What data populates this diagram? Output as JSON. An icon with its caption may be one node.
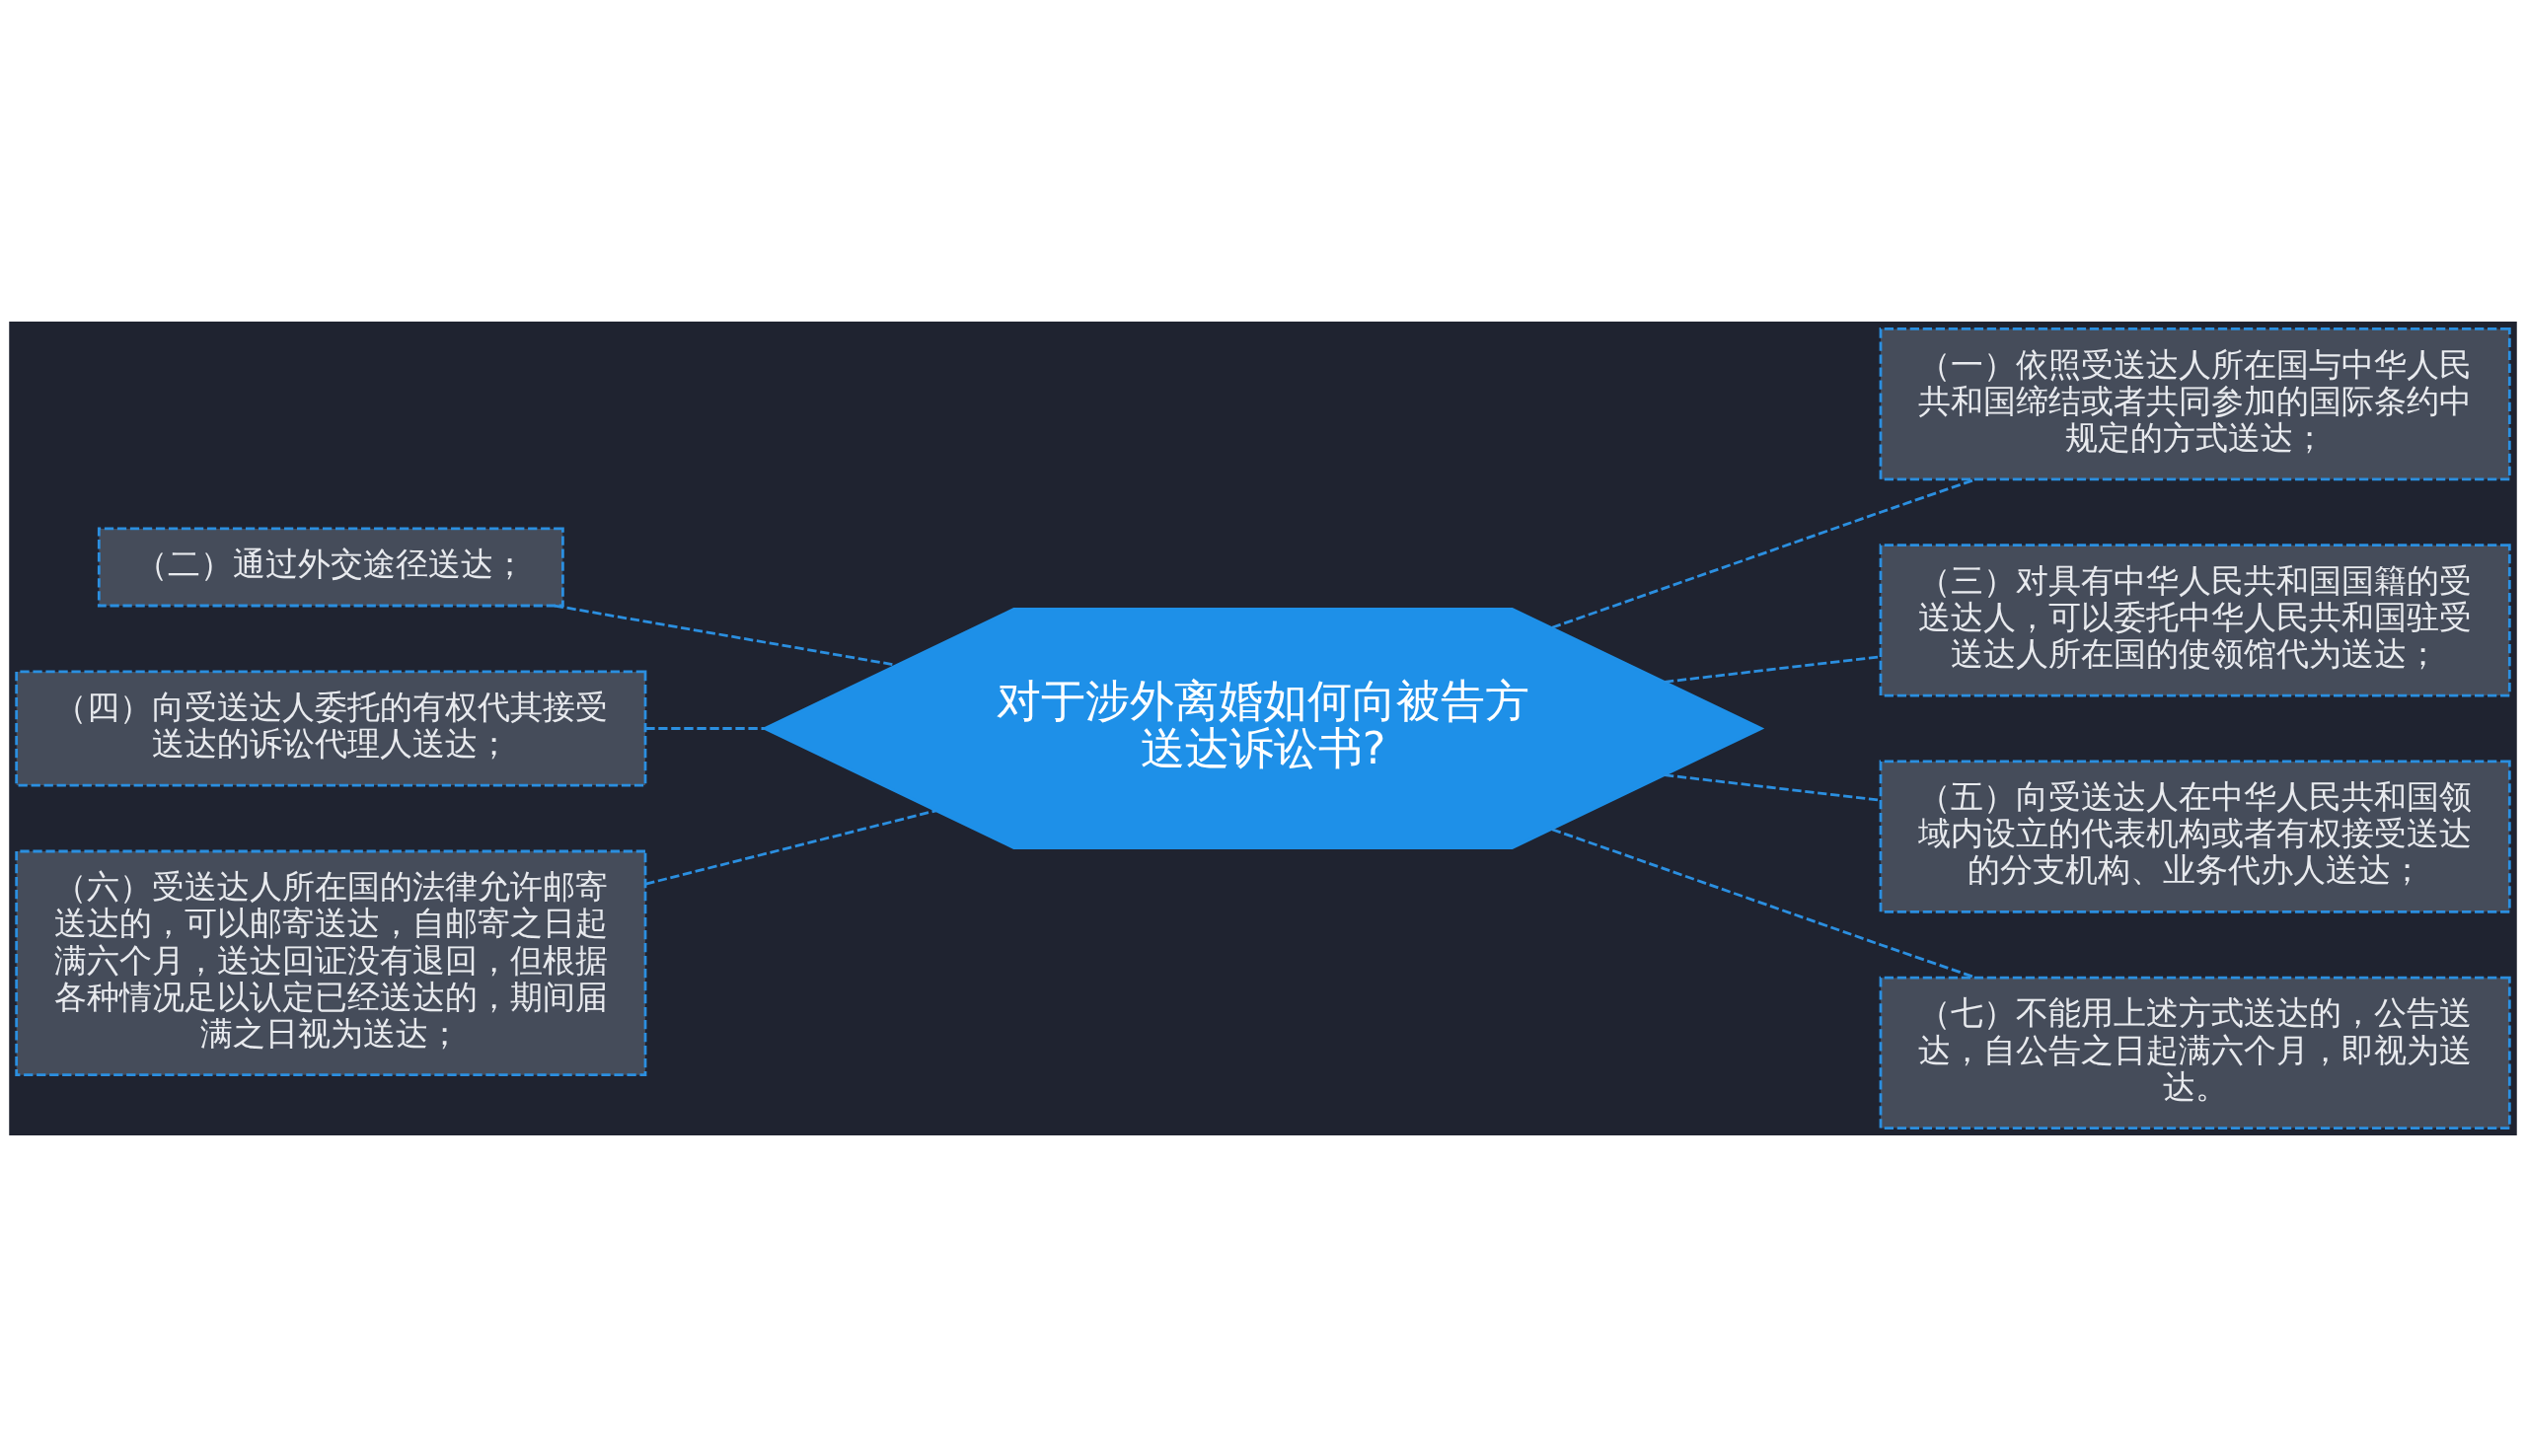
{
  "diagram": {
    "nodes": [
      {
        "text": [
          "对于涉外离婚如何向被告方送达诉讼书?"
        ]
      },
      {
        "text": [
          "（一）依照受送达人所在国与中华人民共和国缔结或者共同参加的国际条约中规定的方式送达；"
        ]
      },
      {
        "text": [
          "（二）通过外交途径送达；"
        ]
      },
      {
        "text": [
          "（三）对具有中华人民共和国国籍的受送达人，可以委托中华人民共和国驻受送达人所在国的使领馆代为送达；"
        ]
      },
      {
        "text": [
          "（四）向受送达人委托的有权代其接受送达的诉讼代理人送达；"
        ]
      },
      {
        "text": [
          "（五）向受送达人在中华人民共和国领域内设立的代表机构或者有权接受送达的分支机构、业务代办人送达；"
        ]
      },
      {
        "text": [
          "（六）受送达人所在国的法律允许邮寄送达的，可以邮寄送达，自邮寄之日起满六个月，送达回证没有退回，但根据各种情况足以认定已经送达的，期间届满之日视为送达；"
        ]
      },
      {
        "text": [
          "（七）不能用上述方式送达的，公告送达，自公告之日起满六个月，即视为送达。"
        ]
      }
    ],
    "edges": [
      {
        "from": 0,
        "to": 1,
        "arrow": "none",
        "style": "dashed"
      },
      {
        "from": 0,
        "to": 2,
        "arrow": "none",
        "style": "dashed"
      },
      {
        "from": 0,
        "to": 3,
        "arrow": "none",
        "style": "dashed"
      },
      {
        "from": 0,
        "to": 4,
        "arrow": "none",
        "style": "dashed"
      },
      {
        "from": 0,
        "to": 5,
        "arrow": "none",
        "style": "dashed"
      },
      {
        "from": 0,
        "to": 6,
        "arrow": "none",
        "style": "dashed"
      },
      {
        "from": 0,
        "to": 7,
        "arrow": "none",
        "style": "dashed"
      }
    ]
  }
}
